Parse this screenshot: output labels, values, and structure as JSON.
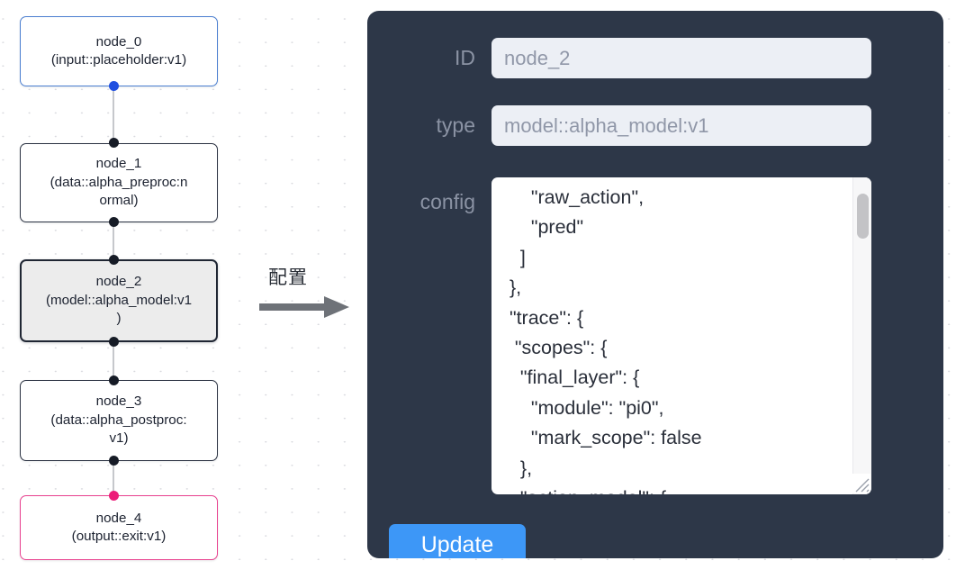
{
  "canvas": {
    "nodes": [
      {
        "id": "node_0",
        "label": "node_0\n(input::placeholder:v1)",
        "state": "input",
        "selected": false
      },
      {
        "id": "node_1",
        "label": "node_1\n(data::alpha_preproc:n\normal)",
        "state": "default",
        "selected": false
      },
      {
        "id": "node_2",
        "label": "node_2\n(model::alpha_model:v1\n)",
        "state": "default",
        "selected": true
      },
      {
        "id": "node_3",
        "label": "node_3\n(data::alpha_postproc:\nv1)",
        "state": "default",
        "selected": false
      },
      {
        "id": "node_4",
        "label": "node_4\n(output::exit:v1)",
        "state": "output",
        "selected": false
      }
    ],
    "colors": {
      "input_border": "#4a7ed0",
      "default_border": "#2b3242",
      "output_border": "#e8418f",
      "selected_fill": "#ececec",
      "edge": "#c6c8cc",
      "dot": "#161b26",
      "dot_input": "#1f4fe0",
      "dot_output": "#ec1d79"
    }
  },
  "arrow": {
    "label": "配置",
    "color": "#6e7278"
  },
  "panel": {
    "background": "#2d3748",
    "fields": [
      {
        "label": "ID",
        "value": "node_2"
      },
      {
        "label": "type",
        "value": "model::alpha_model:v1"
      }
    ],
    "config": {
      "label": "config",
      "text": "      \"raw_action\",\n      \"pred\"\n    ]\n  },\n  \"trace\": {\n   \"scopes\": {\n    \"final_layer\": {\n      \"module\": \"pi0\",\n      \"mark_scope\": false\n    },\n    \"action_model\": {",
      "scroll_thumb_position": "near-top"
    },
    "update_button": {
      "label": "Update",
      "color": "#3d97f7"
    }
  }
}
